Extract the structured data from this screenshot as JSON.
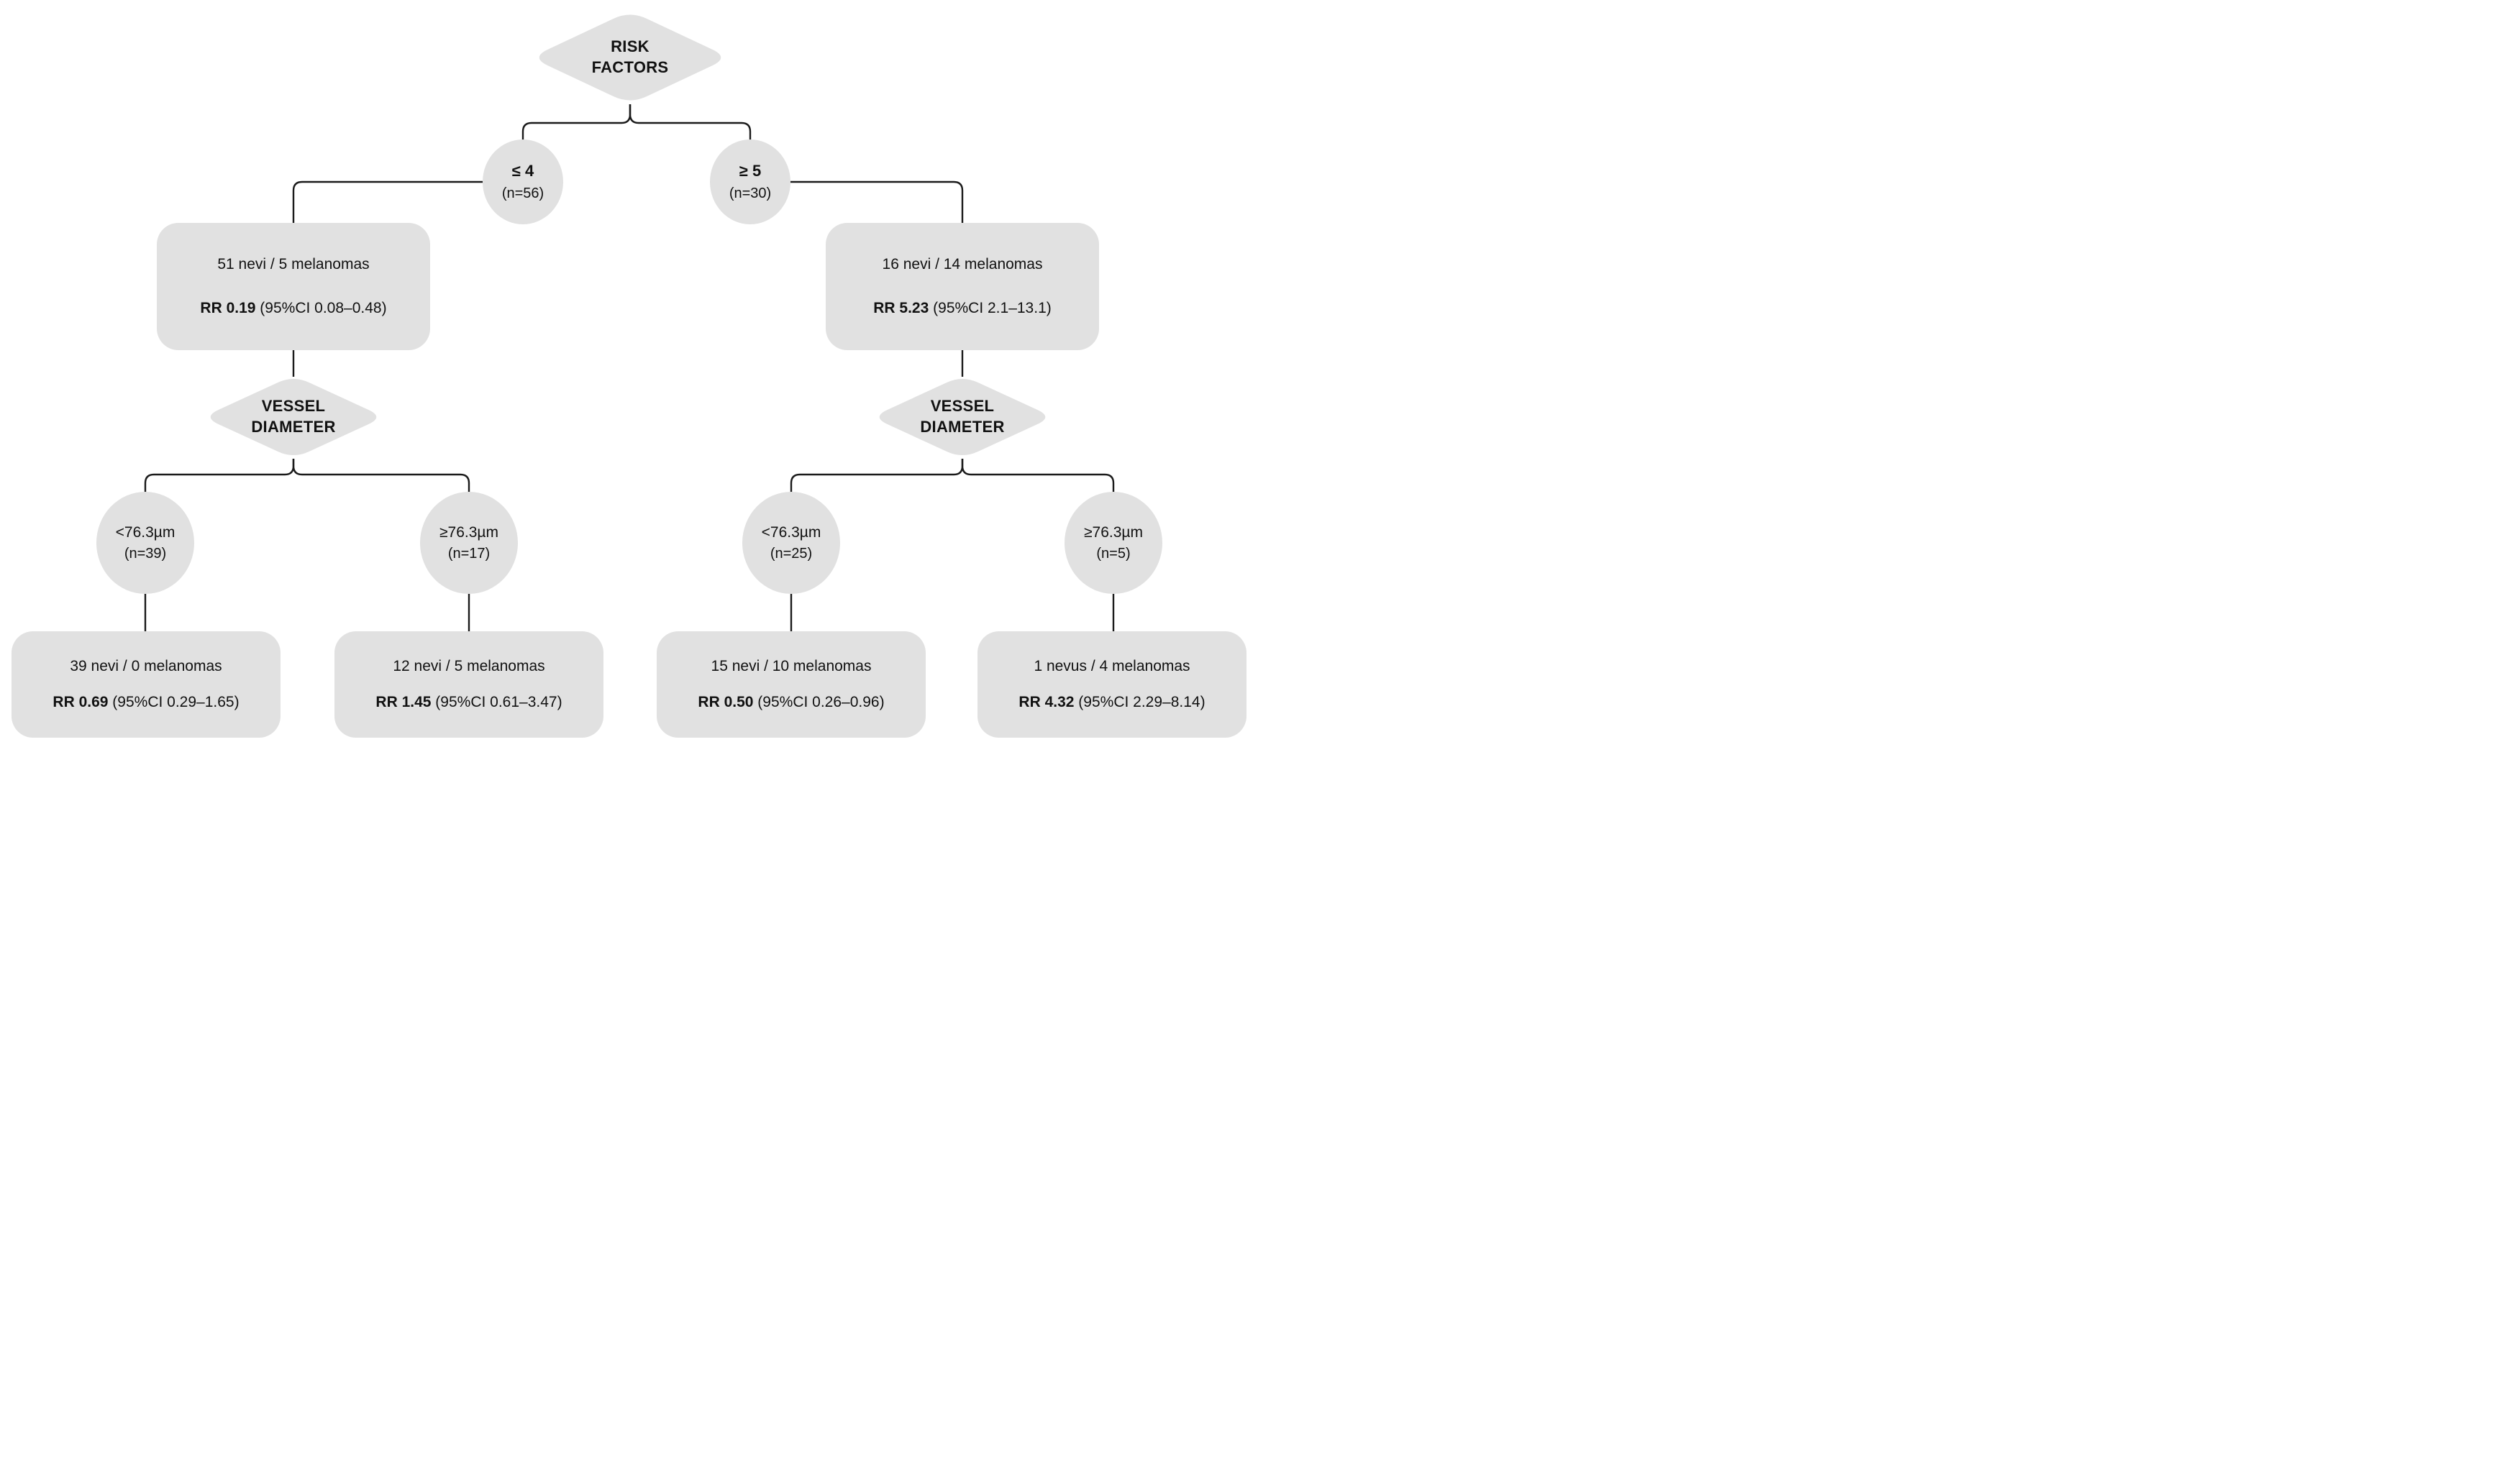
{
  "colors": {
    "node_fill": "#e1e1e1",
    "line": "#1a1a1a",
    "text": "#111111",
    "background": "#ffffff"
  },
  "root": {
    "label": "RISK\nFACTORS"
  },
  "branches": [
    {
      "condition": {
        "value": "≤ 4",
        "n": "(n=56)"
      },
      "outcome": {
        "counts": "51 nevi / 5 melanomas",
        "rr": "RR 0.19",
        "ci": "(95%CI 0.08–0.48)"
      },
      "decision": {
        "label": "VESSEL\nDIAMETER"
      },
      "children": [
        {
          "condition": {
            "value": "<76.3µm",
            "n": "(n=39)"
          },
          "outcome": {
            "counts": "39 nevi / 0 melanomas",
            "rr": "RR 0.69",
            "ci": "(95%CI 0.29–1.65)"
          }
        },
        {
          "condition": {
            "value": "≥76.3µm",
            "n": "(n=17)"
          },
          "outcome": {
            "counts": "12 nevi / 5 melanomas",
            "rr": "RR 1.45",
            "ci": "(95%CI 0.61–3.47)"
          }
        }
      ]
    },
    {
      "condition": {
        "value": "≥ 5",
        "n": "(n=30)"
      },
      "outcome": {
        "counts": "16 nevi / 14 melanomas",
        "rr": "RR 5.23",
        "ci": "(95%CI 2.1–13.1)"
      },
      "decision": {
        "label": "VESSEL\nDIAMETER"
      },
      "children": [
        {
          "condition": {
            "value": "<76.3µm",
            "n": "(n=25)"
          },
          "outcome": {
            "counts": "15 nevi / 10 melanomas",
            "rr": "RR 0.50",
            "ci": "(95%CI 0.26–0.96)"
          }
        },
        {
          "condition": {
            "value": "≥76.3µm",
            "n": "(n=5)"
          },
          "outcome": {
            "counts": "1 nevus / 4 melanomas",
            "rr": "RR 4.32",
            "ci": "(95%CI 2.29–8.14)"
          }
        }
      ]
    }
  ]
}
